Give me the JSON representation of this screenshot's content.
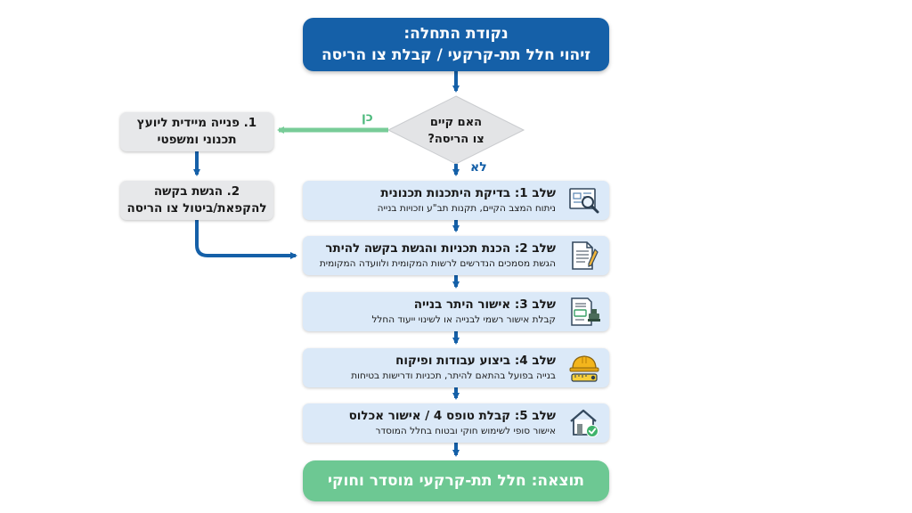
{
  "start": {
    "line1": "נקודת התחלה:",
    "line2": "זיהוי חלל תת-קרקעי / קבלת צו הריסה"
  },
  "decision": {
    "line1": "האם קיים",
    "line2": "צו הריסה?",
    "yes_label": "כן",
    "no_label": "לא"
  },
  "side_steps": [
    {
      "line1": "1. פנייה מיידית ליועץ",
      "line2": "תכנוני ומשפטי"
    },
    {
      "line1": "2. הגשת בקשה",
      "line2": "להקפאת/ביטול צו הריסה"
    }
  ],
  "steps": [
    {
      "title": "שלב 1: בדיקת היתכנות תכנונית",
      "subtitle": "ניתוח המצב הקיים, תקנות תב\"ע וזכויות בנייה",
      "icon": "magnifier-plan-icon"
    },
    {
      "title": "שלב 2: הכנת תכניות והגשת בקשה להיתר",
      "subtitle": "הגשת מסמכים הנדרשים לרשות המקומית ולוועדה המקומית",
      "icon": "document-pen-icon"
    },
    {
      "title": "שלב 3: אישור היתר בנייה",
      "subtitle": "קבלת אישור רשמי לבנייה או לשינוי ייעוד החלל",
      "icon": "stamped-certificate-icon"
    },
    {
      "title": "שלב 4: ביצוע עבודות ופיקוח",
      "subtitle": "בנייה בפועל בהתאם להיתר, תכניות ודרישות בטיחות",
      "icon": "hardhat-tape-icon"
    },
    {
      "title": "שלב 5: קבלת טופס 4 / אישור אכלוס",
      "subtitle": "אישור סופי לשימוש חוקי ובטוח בחלל המוסדר",
      "icon": "house-check-icon"
    }
  ],
  "result": {
    "text": "תוצאה: חלל תת-קרקעי מוסדר וחוקי"
  },
  "colors": {
    "primary_blue": "#1560a8",
    "step_fill": "#dbe9f8",
    "side_fill": "#e7e8ea",
    "yes_green": "#78cc98",
    "result_green": "#6dc893"
  }
}
